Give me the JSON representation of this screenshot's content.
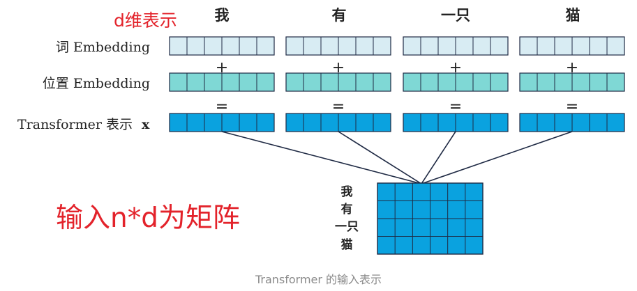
{
  "annotation_dim": "d维表示",
  "annotation_matrix": "输入n*d为矩阵",
  "tokens": [
    "我",
    "有",
    "一只",
    "猫"
  ],
  "matrix_row_labels": [
    "我",
    "有",
    "一只",
    "猫"
  ],
  "rows": [
    {
      "label": "词 Embedding",
      "operator": "+",
      "fill": "#d8ecf3"
    },
    {
      "label": "位置 Embedding",
      "operator": "=",
      "fill": "#7fd8d5"
    },
    {
      "label": "Transformer 表示",
      "label_var": "x",
      "operator": "",
      "fill": "#0aa2df"
    }
  ],
  "matrix": {
    "rows": 4,
    "cols": 6,
    "fill": "#0aa2df"
  },
  "vector_cells": 6,
  "colors": {
    "annotation": "#e3232b",
    "stroke": "#1f2a44",
    "text": "#222222",
    "caption": "#8a8a8a"
  },
  "caption": "Transformer 的输入表示"
}
